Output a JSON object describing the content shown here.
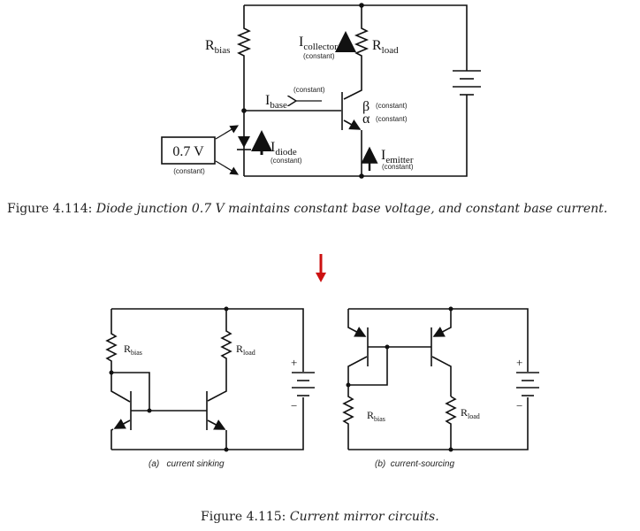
{
  "figure_114": {
    "labels": {
      "r_bias": "R",
      "r_bias_sub": "bias",
      "r_load": "R",
      "r_load_sub": "load",
      "i_collector": "I",
      "i_collector_sub": "collector",
      "i_base": "I",
      "i_base_sub": "base",
      "i_diode": "I",
      "i_diode_sub": "diode",
      "i_emitter": "I",
      "i_emitter_sub": "emitter",
      "beta": "β",
      "alpha": "α",
      "constant": "(constant)",
      "voltage_box": "0.7 V"
    },
    "caption_prefix": "Figure 4.114:",
    "caption_text": "Diode junction 0.7 V maintains constant base voltage, and constant base current."
  },
  "arrow_color": "#cc1111",
  "figure_115": {
    "a": {
      "r_bias": "R",
      "r_bias_sub": "bias",
      "r_load": "R",
      "r_load_sub": "load",
      "plus": "+",
      "minus": "−",
      "caption": "(a)   current sinking"
    },
    "b": {
      "r_bias": "R",
      "r_bias_sub": "bias",
      "r_load": "R",
      "r_load_sub": "load",
      "plus": "+",
      "minus": "−",
      "caption": "(b)  current-sourcing"
    },
    "caption_prefix": "Figure 4.115:",
    "caption_text": "Current mirror circuits."
  }
}
